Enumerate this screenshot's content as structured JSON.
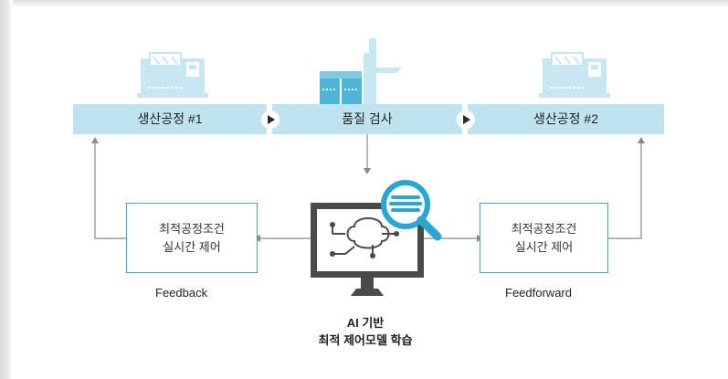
{
  "process_bar": [
    "생산공정 #1",
    "품질 검사",
    "생산공정 #2"
  ],
  "left_box": {
    "line1": "최적공정조건",
    "line2": "실시간 제어"
  },
  "right_box": {
    "line1": "최적공정조건",
    "line2": "실시간 제어"
  },
  "left_caption": "Feedback",
  "right_caption": "Feedforward",
  "center_caption": {
    "line1": "AI 기반",
    "line2": "최적 제어모델 학습"
  },
  "colors": {
    "bar": "#bfe3ef",
    "accent": "#2aa6d3",
    "box_border": "#38a9d0",
    "monitor": "#4a4a4a",
    "arrow": "#8a8a8a"
  },
  "icons": [
    "production-machine",
    "inspection-station",
    "ai-monitor",
    "magnifier",
    "play-arrow"
  ]
}
